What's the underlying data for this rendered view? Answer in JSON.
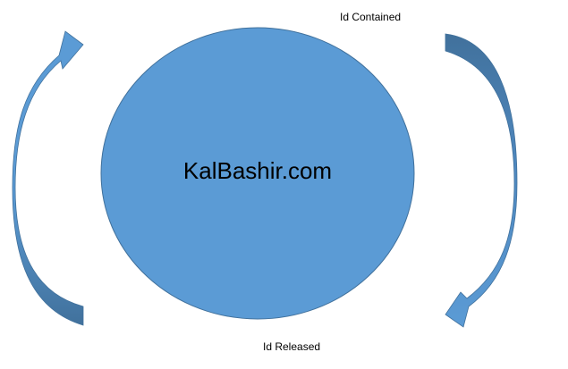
{
  "diagram": {
    "center_label": "KalBashir.com",
    "top_label": "Id Contained",
    "bottom_label": "Id Released"
  },
  "colors": {
    "circle_fill": "#5b9bd5",
    "circle_stroke": "#41719c",
    "arrow_light": "#5b9bd5",
    "arrow_dark": "#41719c"
  },
  "icons": {
    "left_arrow": "curved-arrow-up-icon",
    "right_arrow": "curved-arrow-down-icon"
  }
}
